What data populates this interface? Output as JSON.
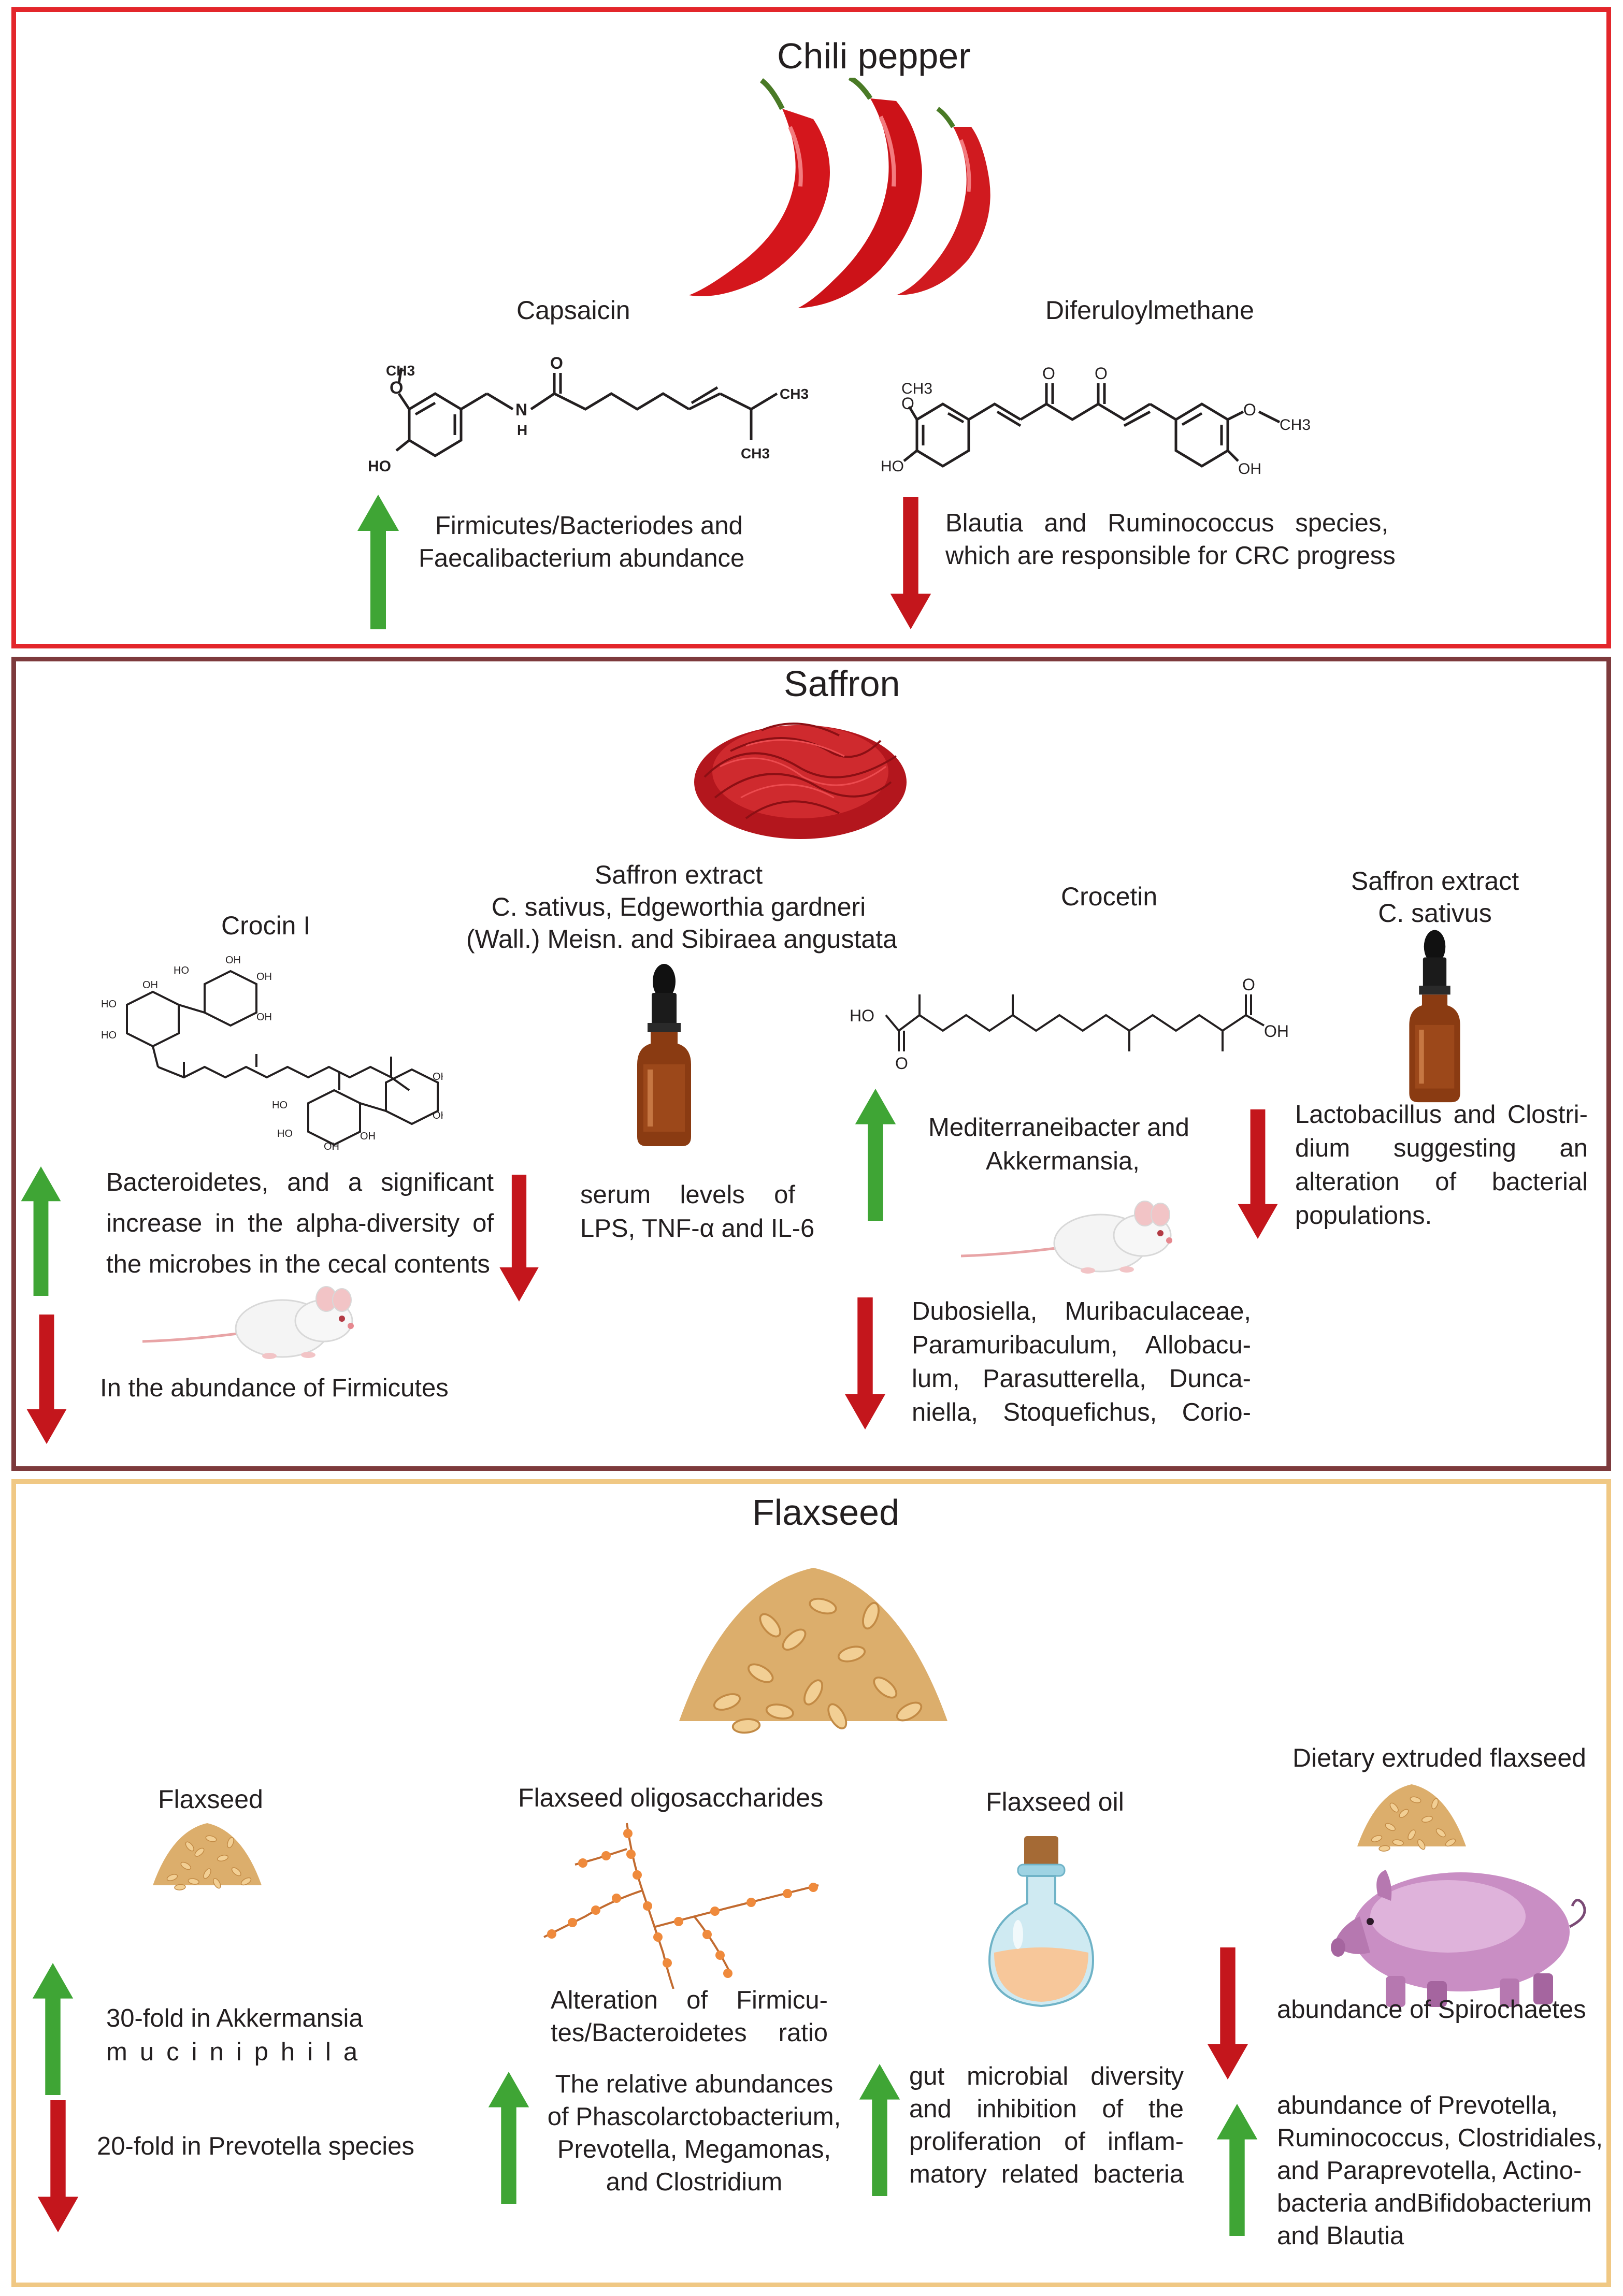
{
  "chili": {
    "title": "Chili pepper",
    "capsaicin": {
      "name": "Capsaicin",
      "ch3_top": "CH3",
      "ch3_right": "CH3",
      "ch3_bottom": "CH3",
      "nh": "N",
      "h": "H",
      "ho": "HO",
      "o": "O",
      "effect_up": [
        "Firmicutes/Bacteriodes and",
        "Faecalibacterium abundance"
      ]
    },
    "diferuloylmethane": {
      "name": "Diferuloylmethane",
      "ch3_left": "CH3",
      "ch3_right": "CH3",
      "ho": "HO",
      "oh": "OH",
      "o": "O",
      "effect_down": [
        "Blautia and Ruminococcus species,",
        "which are responsible for CRC progress"
      ]
    }
  },
  "saffron": {
    "title": "Saffron",
    "crocin": {
      "name": "Crocin I",
      "effect_up": [
        "Bacteroidetes, and a significant",
        "increase in the alpha-diversity of",
        "the microbes in the cecal contents"
      ],
      "effect_down": "In the abundance of Firmicutes"
    },
    "extract_1": {
      "name": [
        "Saffron extract",
        "C. sativus, Edgeworthia gardneri",
        "(Wall.) Meisn. and Sibiraea angustata"
      ],
      "effect_down": [
        "serum levels of",
        "LPS, TNF-α and IL-6"
      ]
    },
    "crocetin": {
      "name": "Crocetin",
      "ho": "HO",
      "oh": "OH",
      "o": "O",
      "effect_up": [
        "Mediterraneibacter and",
        "Akkermansia,"
      ],
      "effect_down": [
        "Dubosiella, Muribaculaceae,",
        "Paramuribaculum, Allobacu-",
        "lum, Parasutterella, Dunca-",
        "niella, Stoquefichus, Corio-"
      ]
    },
    "extract_2": {
      "name": [
        "Saffron extract",
        "C. sativus"
      ],
      "effect_down": [
        "Lactobacillus and Clostri-",
        "dium suggesting an",
        "alteration of bacterial",
        "populations."
      ]
    }
  },
  "flaxseed": {
    "title": "Flaxseed",
    "seed": {
      "name": "Flaxseed",
      "effect_up": [
        "30-fold in Akkermansia",
        "muciniphila"
      ],
      "effect_down": "20-fold in Prevotella species"
    },
    "oligo": {
      "name": "Flaxseed oligosaccharides",
      "alteration": [
        "Alteration of Firmicu-",
        "tes/Bacteroidetes ratio"
      ],
      "effect_up": [
        "The relative abundances",
        "of Phascolarctobacterium,",
        "Prevotella, Megamonas,",
        "and Clostridium"
      ]
    },
    "oil": {
      "name": "Flaxseed oil",
      "effect_up": [
        "gut microbial diversity",
        "and inhibition of the",
        "proliferation of inflam-",
        "matory related bacteria"
      ]
    },
    "extruded": {
      "name": "Dietary extruded flaxseed",
      "effect_down": "abundance of Spirochaetes",
      "effect_up": [
        "abundance of Prevotella,",
        "Ruminococcus, Clostridiales,",
        "and Paraprevotella, Actino-",
        "bacteria andBifidobacterium",
        "and Blautia"
      ]
    }
  },
  "colors": {
    "chili_border": "#e3262b",
    "saffron_border": "#7d3a3c",
    "flax_border": "#f0c884",
    "arrow_up": "#3fa535",
    "arrow_down": "#c4161c"
  },
  "icons": [
    "chili-pepper-icon",
    "saffron-pile-icon",
    "dropper-bottle-icon",
    "mouse-icon",
    "flaxseed-pile-icon",
    "oligosaccharide-chain-icon",
    "oil-flask-icon",
    "pig-icon",
    "up-arrow-icon",
    "down-arrow-icon"
  ]
}
